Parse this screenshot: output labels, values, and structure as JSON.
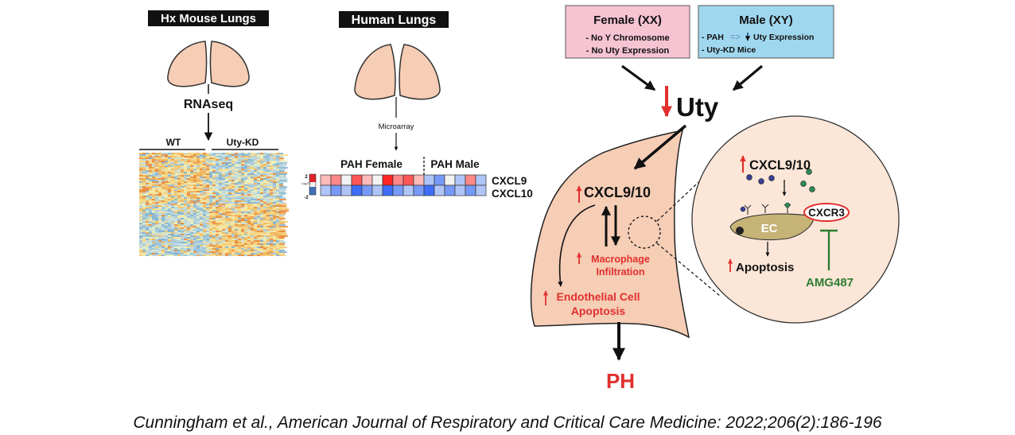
{
  "mouse_panel": {
    "title": "Hx Mouse Lungs",
    "method": "RNAseq",
    "group_wt": "WT",
    "group_kd": "Uty-KD"
  },
  "human_panel": {
    "title": "Human Lungs",
    "method": "Microarray",
    "group_female": "PAH Female",
    "group_male": "PAH Male",
    "scale_top": "2",
    "scale_label": "Log₂FC",
    "scale_bottom": "-2",
    "gene_1": "CXCL9",
    "gene_2": "CXCL10",
    "row_1": [
      1,
      2,
      0,
      3,
      1,
      0,
      4,
      2,
      3,
      1,
      -1,
      -2,
      0,
      -1,
      2,
      -1
    ],
    "row_2": [
      -1,
      -2,
      -1,
      -3,
      -2,
      -1,
      -3,
      -2,
      -1,
      -2,
      -3,
      -1,
      -2,
      -1,
      -2,
      -1
    ]
  },
  "female_box": {
    "title": "Female (XX)",
    "line_1": "- No Y Chromosome",
    "line_2": "- No Uty Expression",
    "color": "#f6c3d2"
  },
  "male_box": {
    "title": "Male (XY)",
    "line_1_prefix": "- PAH",
    "line_1_suffix": "Uty Expression",
    "line_2": "- Uty-KD Mice",
    "color": "#9fd7ee"
  },
  "mechanism": {
    "uty_label": "Uty",
    "cxcl_lung": "CXCL9/10",
    "macrophage_line1": "Macrophage",
    "macrophage_line2": "Infiltration",
    "endothelial_line1": "Endothelial Cell",
    "endothelial_line2": "Apoptosis",
    "ph_label": "PH"
  },
  "inset": {
    "cxcl_label": "CXCL9/10",
    "receptor": "CXCR3",
    "cell_label": "EC",
    "apoptosis": "Apoptosis",
    "inhibitor": "AMG487"
  },
  "colors": {
    "red": "#e1302e",
    "green": "#2e7d32",
    "lung_fill": "#f6cdb5",
    "inset_fill": "#fbe6d8",
    "cell_fill": "#c6b376",
    "heat_high": "#e2222a",
    "heat_low": "#3f6fb8"
  },
  "citation": "Cunningham et al., American Journal of Respiratory and Critical Care Medicine: 2022;206(2):186-196"
}
